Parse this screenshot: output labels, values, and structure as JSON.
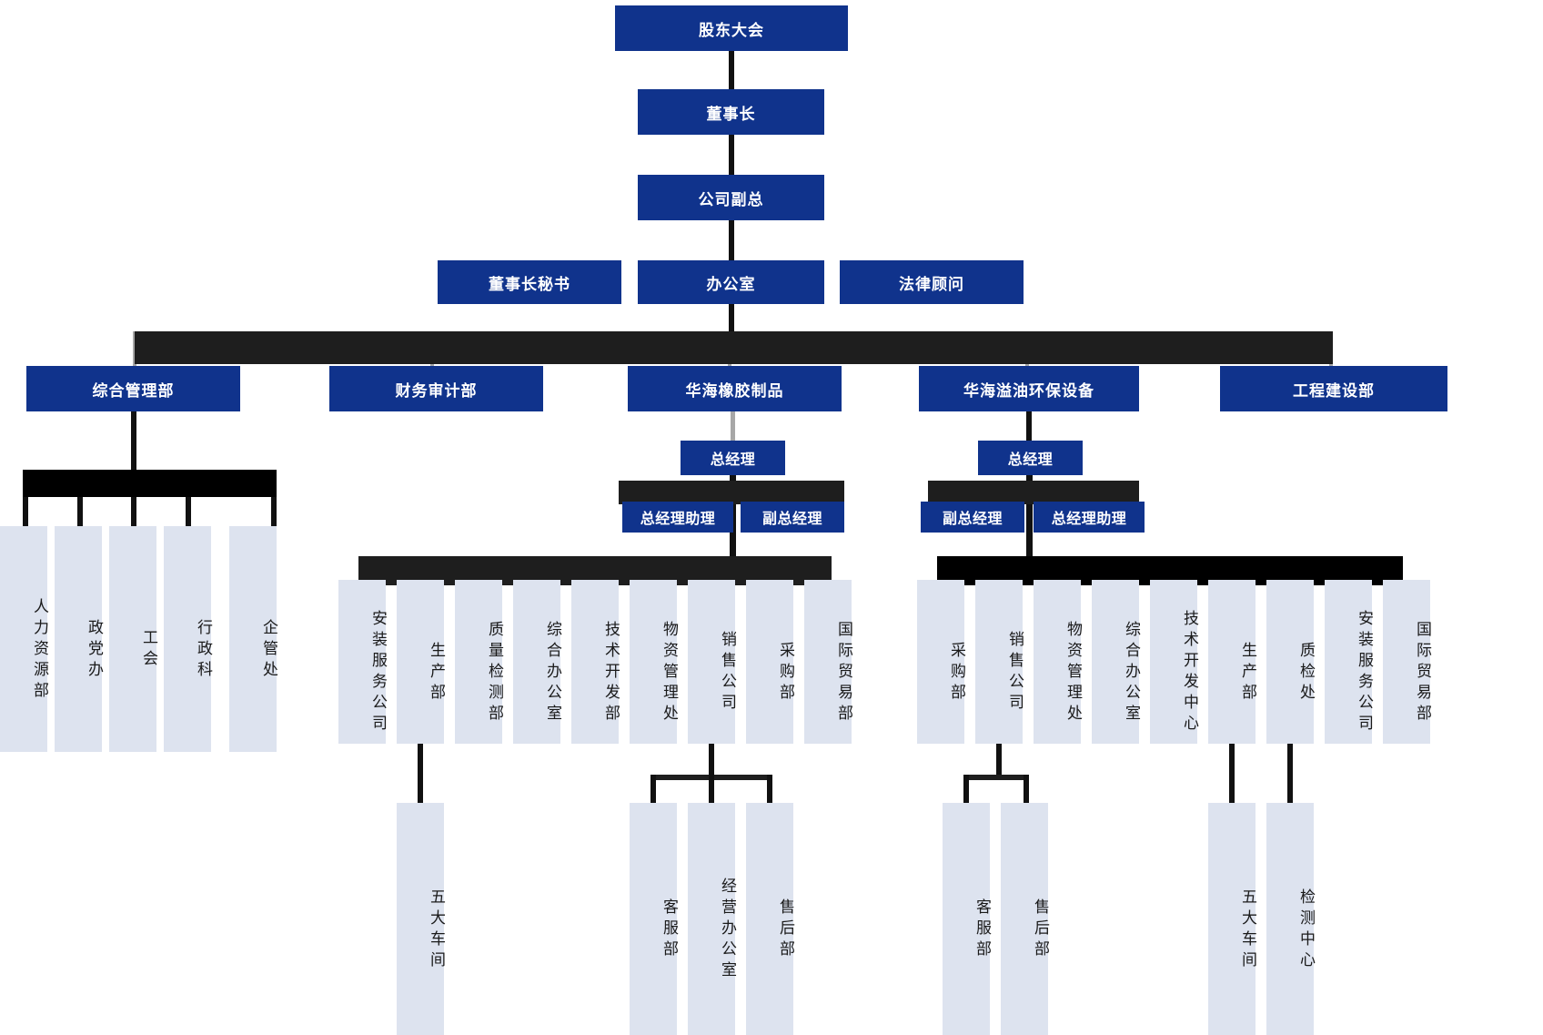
{
  "meta": {
    "title": "公司组织架构图",
    "colors": {
      "primary_box": "#10338c",
      "primary_text": "#ffffff",
      "secondary_box": "#dde3ef",
      "secondary_text": "#1a1a1a",
      "connector": "#1e1e1e",
      "connector_grey": "#a7a7a7",
      "background": "#ffffff"
    }
  },
  "chart_data": {
    "type": "org-chart",
    "orientation": "top-down",
    "levels": 8,
    "root": "股东大会"
  },
  "nodes": {
    "shareholders_meeting": "股东大会",
    "chairman": "董事长",
    "vice_president": "公司副总",
    "chairman_secretary": "董事长秘书",
    "office": "办公室",
    "legal_counsel": "法律顾问",
    "dept_general_management": "综合管理部",
    "dept_finance_audit": "财务审计部",
    "div_rubber": "华海橡胶制品",
    "div_oilspill": "华海溢油环保设备",
    "dept_engineering": "工程建设部",
    "rubber_gm": "总经理",
    "rubber_gm_assistant": "总经理助理",
    "rubber_vice_gm": "副总经理",
    "oil_gm": "总经理",
    "oil_vice_gm": "副总经理",
    "oil_gm_assistant": "总经理助理",
    "gm_hr": "人力资源部",
    "gm_party": "政党办",
    "gm_union": "工会",
    "gm_admin": "行政科",
    "gm_enterprise": "企管处",
    "rb_install": "安装服务公司",
    "rb_production": "生产部",
    "rb_quality": "质量检测部",
    "rb_office": "综合办公室",
    "rb_tech": "技术开发部",
    "rb_materials": "物资管理处",
    "rb_sales": "销售公司",
    "rb_purchase": "采购部",
    "rb_intl_trade": "国际贸易部",
    "rb_workshops": "五大车间",
    "rb_customer_service": "客服部",
    "rb_operations_office": "经营办公室",
    "rb_after_sales": "售后部",
    "oil_purchase": "采购部",
    "oil_sales": "销售公司",
    "oil_materials": "物资管理处",
    "oil_office": "综合办公室",
    "oil_tech_center": "技术开发中心",
    "oil_production": "生产部",
    "oil_quality": "质检处",
    "oil_install": "安装服务公司",
    "oil_intl_trade": "国际贸易部",
    "oil_customer_service": "客服部",
    "oil_after_sales": "售后部",
    "oil_workshops": "五大车间",
    "oil_test_center": "检测中心"
  }
}
